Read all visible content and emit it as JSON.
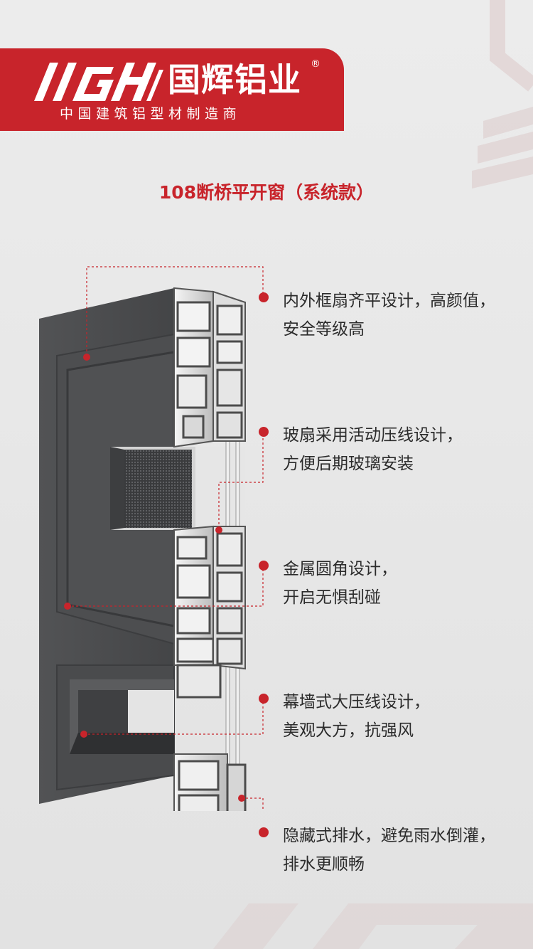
{
  "brand": {
    "logo_mark": "GH",
    "name": "国辉铝业",
    "registered_mark": "®",
    "tagline": "中国建筑铝型材制造商"
  },
  "product": {
    "title": "108断桥平开窗（系统款）"
  },
  "features": [
    {
      "line1": "内外框扇齐平设计，高颜值，",
      "line2": "安全等级高"
    },
    {
      "line1": "玻扇采用活动压线设计，",
      "line2": "方便后期玻璃安装"
    },
    {
      "line1": "金属圆角设计，",
      "line2": "开启无惧刮碰"
    },
    {
      "line1": "幕墙式大压线设计，",
      "line2": "美观大方，抗强风"
    },
    {
      "line1": "隐藏式排水，避免雨水倒灌，",
      "line2": "排水更顺畅"
    }
  ],
  "colors": {
    "accent": "#c8242b",
    "frame": "#4a4b4d",
    "background": "#e8e8e8"
  }
}
